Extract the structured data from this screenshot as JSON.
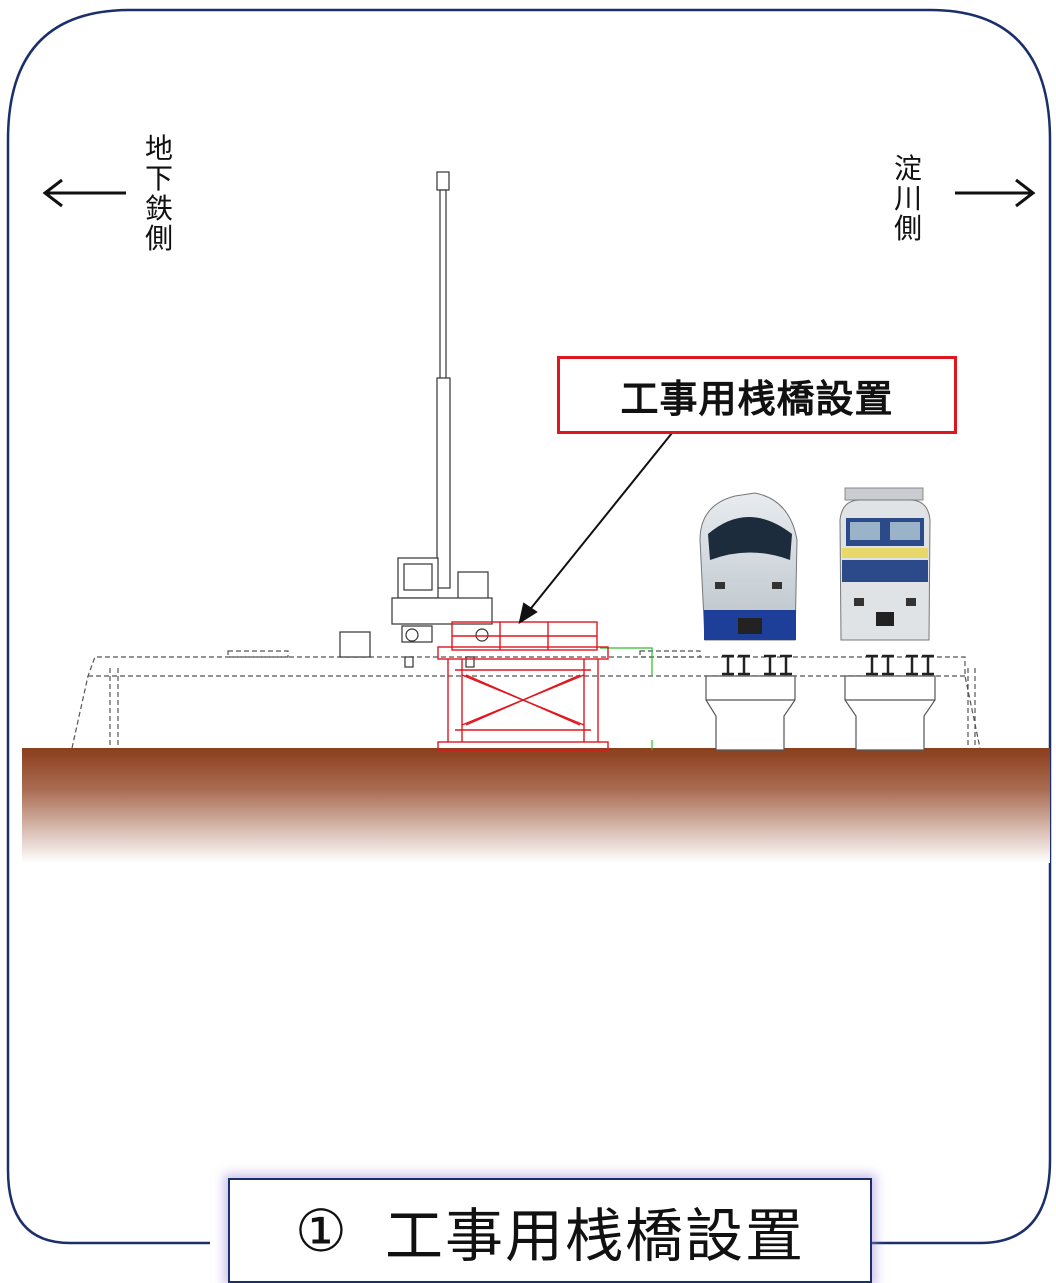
{
  "labels": {
    "left_direction": [
      "地",
      "下",
      "鉄",
      "側"
    ],
    "right_direction": [
      "淀",
      "川",
      "側"
    ],
    "callout": "工事用桟橋設置"
  },
  "caption": {
    "number": "①",
    "text": "工事用桟橋設置"
  },
  "colors": {
    "frame": "#1b2f6b",
    "callout_border": "#e0161e",
    "scaffold": "#e0161e",
    "ground_top": "#8a3e1c",
    "structure_lines": "#555555"
  }
}
